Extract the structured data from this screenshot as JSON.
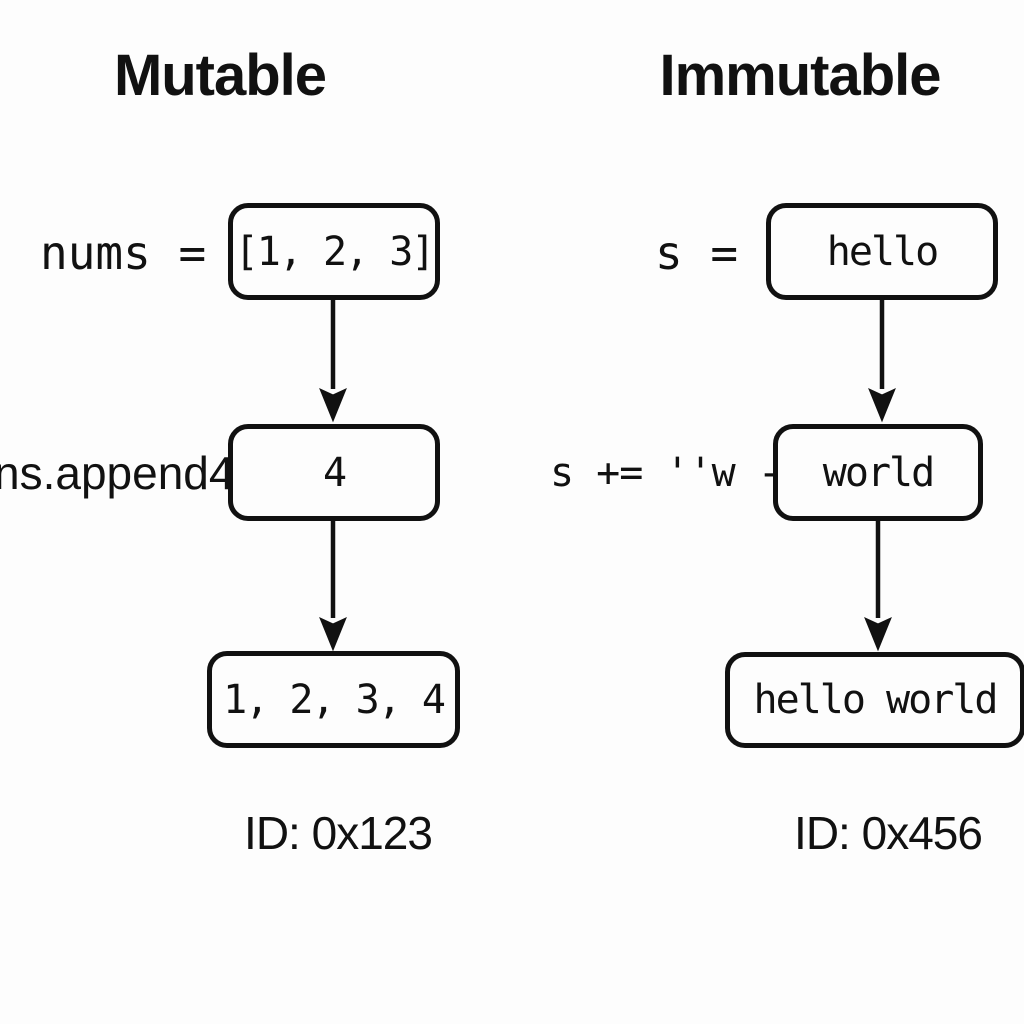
{
  "diagram": {
    "columns": [
      {
        "title": "Mutable",
        "var_label": "nums =",
        "box1": "[1, 2, 3]",
        "op_label": "ns.append4",
        "box2": "4",
        "box3": "1, 2, 3, 4",
        "id_label": "ID: 0x123"
      },
      {
        "title": "Immutable",
        "var_label": "s =",
        "box1": "hello",
        "op_label": "s += ''w -",
        "box2": "world",
        "box3": "hello world",
        "id_label": "ID: 0x456"
      }
    ],
    "colors": {
      "ink": "#111111",
      "paper": "#fdfdfd"
    }
  }
}
